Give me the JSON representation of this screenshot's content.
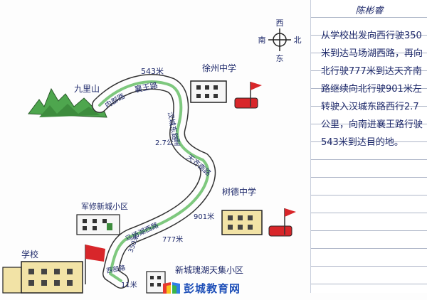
{
  "note": {
    "author": "陈彬睿",
    "text": "从学校出发向西行驶350米到达马场湖西路，再向北行驶777米到达天齐南路继续向北行驶901米左转驶入汉城东路西行2.7公里，向南进襄王路行驶543米到达目的地。"
  },
  "compass": {
    "top": "西",
    "left": "南",
    "right": "北",
    "bottom": "东"
  },
  "places": {
    "jiulishan": "九里山",
    "xuzhou_school": "徐州中学",
    "shude_school": "树德中学",
    "junxiu": "军修新城小区",
    "school": "学校",
    "xincheng": "新城瑰湖天集小区"
  },
  "roads": {
    "xiangwang": "襄王路",
    "neiwei": "内部路",
    "hancheng": "汉城东路",
    "tianqi": "天齐南路",
    "machanghu": "马场湖西路",
    "xi": "西部路"
  },
  "distances": {
    "d543": "543米",
    "d27": "2.7公里",
    "d901": "901米",
    "d777": "777米",
    "d350": "350米",
    "d11": "11米"
  },
  "flags": {
    "color": "#d8262a",
    "pole": "#333333"
  },
  "colors": {
    "road_stripe": "#7ec87e",
    "ink": "#1f2a6b",
    "mountain": "#4ea64e",
    "building": "#e8d27a"
  },
  "watermark": {
    "text": "彭城教育网"
  }
}
